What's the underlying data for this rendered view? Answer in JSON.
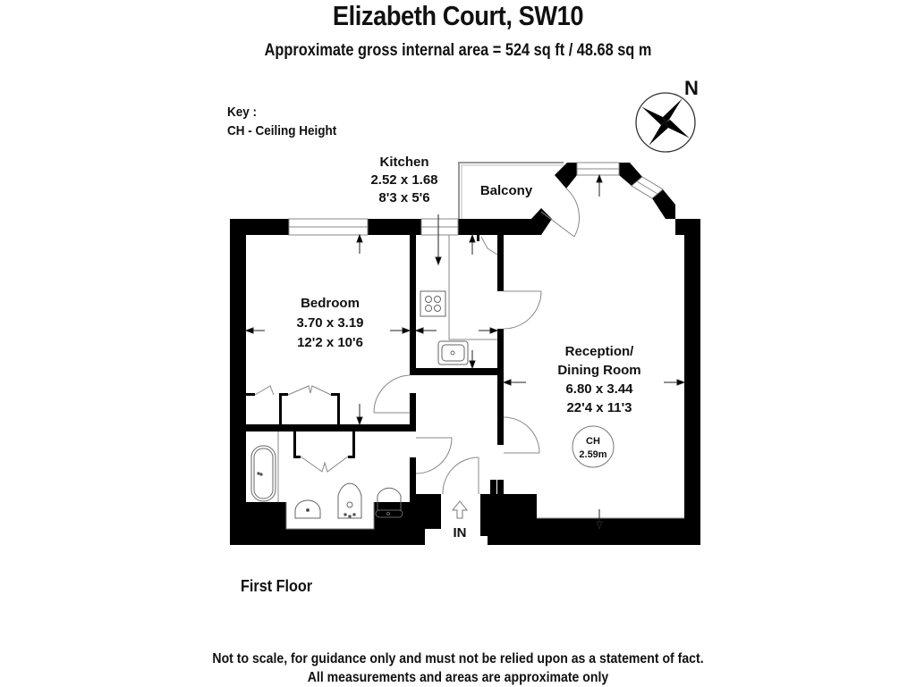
{
  "header": {
    "title": "Elizabeth Court, SW10",
    "subtitle": "Approximate gross internal area = 524 sq ft / 48.68 sq m"
  },
  "key": {
    "heading": "Key :",
    "entries": [
      "CH - Ceiling Height"
    ]
  },
  "compass": {
    "icon": "compass-rose-icon",
    "north_label": "N"
  },
  "rooms": {
    "kitchen": {
      "name": "Kitchen",
      "metric": "2.52 x 1.68",
      "imperial": "8'3 x 5'6"
    },
    "balcony": {
      "name": "Balcony"
    },
    "bedroom": {
      "name": "Bedroom",
      "metric": "3.70 x 3.19",
      "imperial": "12'2 x 10'6"
    },
    "reception": {
      "name_line1": "Reception/",
      "name_line2": "Dining Room",
      "metric": "6.80 x 3.44",
      "imperial": "22'4 x 11'3"
    }
  },
  "ceiling_height": {
    "label": "CH",
    "value": "2.59m"
  },
  "entrance": {
    "label": "IN",
    "icon": "entrance-arrow-icon"
  },
  "floor_label": "First Floor",
  "disclaimer": {
    "line1": "Not to scale, for guidance only and must not be relied upon as a statement of fact.",
    "line2": "All measurements and areas are approximate only"
  },
  "colors": {
    "wall": "#000000",
    "fixture_line": "#777777",
    "background": "#ffffff"
  }
}
